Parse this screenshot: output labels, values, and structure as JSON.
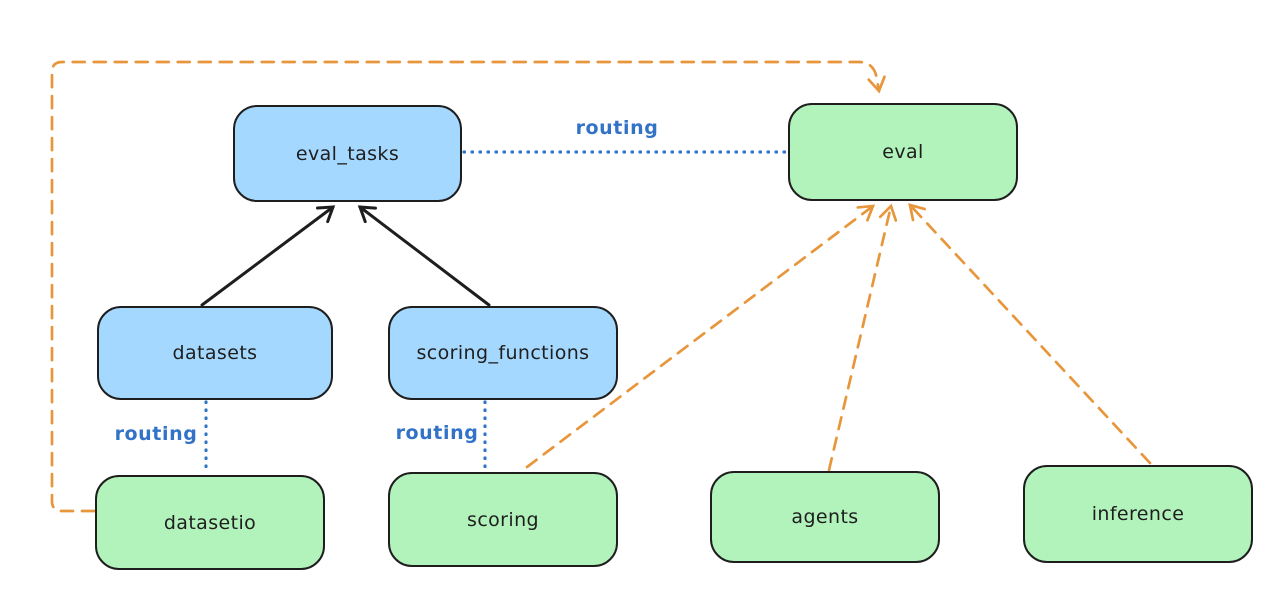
{
  "diagram": {
    "nodes": [
      {
        "id": "eval_tasks",
        "label": "eval_tasks",
        "fill": "blue"
      },
      {
        "id": "eval",
        "label": "eval",
        "fill": "green"
      },
      {
        "id": "datasets",
        "label": "datasets",
        "fill": "blue"
      },
      {
        "id": "scoring_functions",
        "label": "scoring_functions",
        "fill": "blue"
      },
      {
        "id": "datasetio",
        "label": "datasetio",
        "fill": "green"
      },
      {
        "id": "scoring",
        "label": "scoring",
        "fill": "green"
      },
      {
        "id": "agents",
        "label": "agents",
        "fill": "green"
      },
      {
        "id": "inference",
        "label": "inference",
        "fill": "green"
      }
    ],
    "edges": [
      {
        "from": "datasets",
        "to": "eval_tasks",
        "style": "solid",
        "color": "black",
        "label": ""
      },
      {
        "from": "scoring_functions",
        "to": "eval_tasks",
        "style": "solid",
        "color": "black",
        "label": ""
      },
      {
        "from": "eval_tasks",
        "to": "eval",
        "style": "dotted",
        "color": "blue",
        "label": "routing"
      },
      {
        "from": "datasets",
        "to": "datasetio",
        "style": "dotted",
        "color": "blue",
        "label": "routing"
      },
      {
        "from": "scoring_functions",
        "to": "scoring",
        "style": "dotted",
        "color": "blue",
        "label": "routing"
      },
      {
        "from": "datasetio",
        "to": "eval",
        "style": "dashed",
        "color": "orange",
        "label": ""
      },
      {
        "from": "scoring",
        "to": "eval",
        "style": "dashed",
        "color": "orange",
        "label": ""
      },
      {
        "from": "agents",
        "to": "eval",
        "style": "dashed",
        "color": "orange",
        "label": ""
      },
      {
        "from": "inference",
        "to": "eval",
        "style": "dashed",
        "color": "orange",
        "label": ""
      }
    ]
  },
  "colors": {
    "background": "#ffffff",
    "node_stroke": "#1e1e1e",
    "blue_fill": "#a5d8ff",
    "green_fill": "#b2f2bb",
    "routing_blue": "#3273c8",
    "orange": "#e8963c",
    "text": "#1e1e1e"
  }
}
